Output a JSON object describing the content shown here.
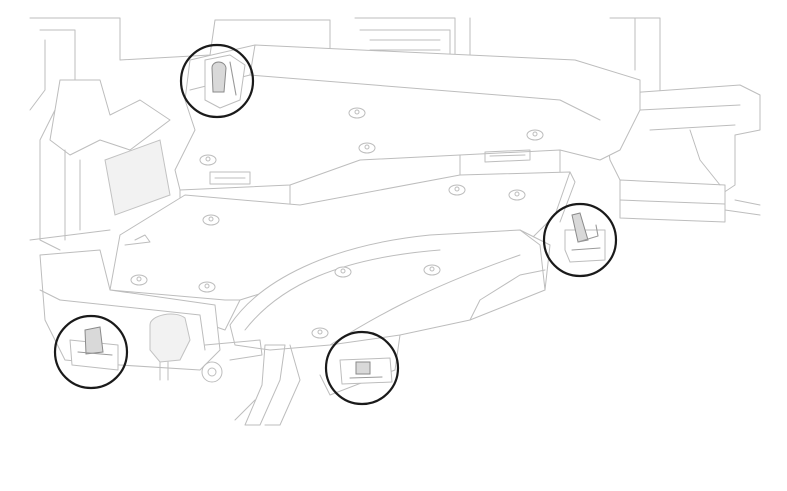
{
  "figure": {
    "background": "#ffffff",
    "line_color": "#bdbdbd",
    "callout_color": "#1a1a1a",
    "callouts": [
      {
        "name": "clip-top-left"
      },
      {
        "name": "clip-right"
      },
      {
        "name": "clip-bottom-left"
      },
      {
        "name": "clip-bottom-center"
      }
    ]
  }
}
